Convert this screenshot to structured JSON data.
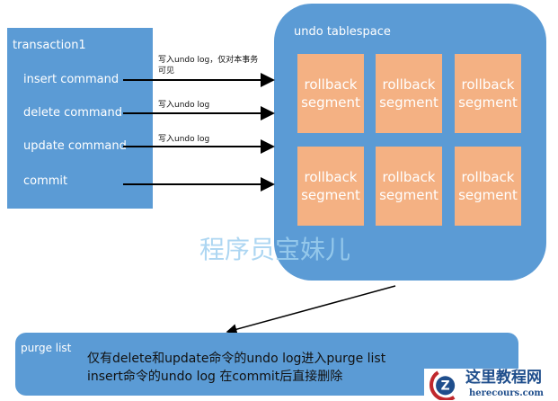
{
  "transaction": {
    "title": "transaction1",
    "commands": [
      "insert command",
      "delete command",
      "update command",
      "commit"
    ]
  },
  "arrow_labels": [
    "写入undo log，仅对本事务可见",
    "写入undo log",
    "写入undo log"
  ],
  "tablespace": {
    "title": "undo tablespace",
    "segments": [
      "rollback segment",
      "rollback segment",
      "rollback segment",
      "rollback segment",
      "rollback segment",
      "rollback segment"
    ]
  },
  "purge": {
    "title": "purge list",
    "line1": "仅有delete和update命令的undo log进入purge list",
    "line2": "insert命令的undo log 在commit后直接删除"
  },
  "watermark": "程序员宝妹儿",
  "logo": {
    "name": "这里教程网",
    "url": "herecours.com"
  }
}
